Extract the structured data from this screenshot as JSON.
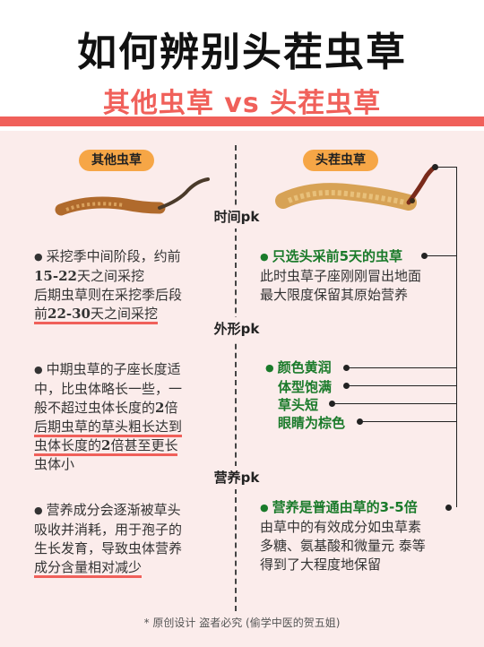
{
  "header": {
    "title": "如何辨别头茬虫草",
    "subtitle": "其他虫草 vs 头茬虫草"
  },
  "columns": {
    "left_label": "其他虫草",
    "right_label": "头茬虫草"
  },
  "sections": {
    "time": "时间pk",
    "shape": "外形pk",
    "nutrition": "营养pk"
  },
  "left": {
    "time": {
      "l1": "采挖季中间阶段，约前",
      "l2_num": "15-22",
      "l2_text": "天之间采挖",
      "l3": "后期虫草则在采挖季后段",
      "l4_pre": "前",
      "l4_num": "22-30",
      "l4_text": "天之间采挖"
    },
    "shape": {
      "l1": "中期虫草的子座长度适",
      "l2": "中，比虫体略长一些，一",
      "l3_pre": "般不超过虫体长度的",
      "l3_num": "2",
      "l3_post": "倍",
      "l4": "后期虫草的草头粗长达到",
      "l5_pre": "虫体长度的",
      "l5_num": "2",
      "l5_post": "倍甚至更长",
      "l6": "虫体小"
    },
    "nutrition": {
      "l1": "营养成分会逐渐被草头",
      "l2": "吸收并消耗，用于孢子的",
      "l3": "生长发育，导致虫体营养",
      "l4": "成分含量相对减少"
    }
  },
  "right": {
    "time": {
      "highlight": "只选头采前5天的虫草",
      "l2": "此时虫草子座刚刚冒出地面",
      "l3": "最大限度保留其原始营养"
    },
    "shape": {
      "f1": "颜色黄润",
      "f2": "体型饱满",
      "f3": "草头短",
      "f4": "眼睛为棕色"
    },
    "nutrition": {
      "highlight": "营养是普通由草的3-5倍",
      "l2": "由草中的有效成分如虫草素",
      "l3": "多糖、氨基酸和微量元  泰等",
      "l4": "得到了大程度地保留"
    }
  },
  "footer": "* 原创设计  盗者必究  (偷学中医的贺五姐)",
  "colors": {
    "accent": "#f0605a",
    "pill": "#f6a646",
    "green": "#1a7a2a",
    "background": "#fbeceb"
  }
}
